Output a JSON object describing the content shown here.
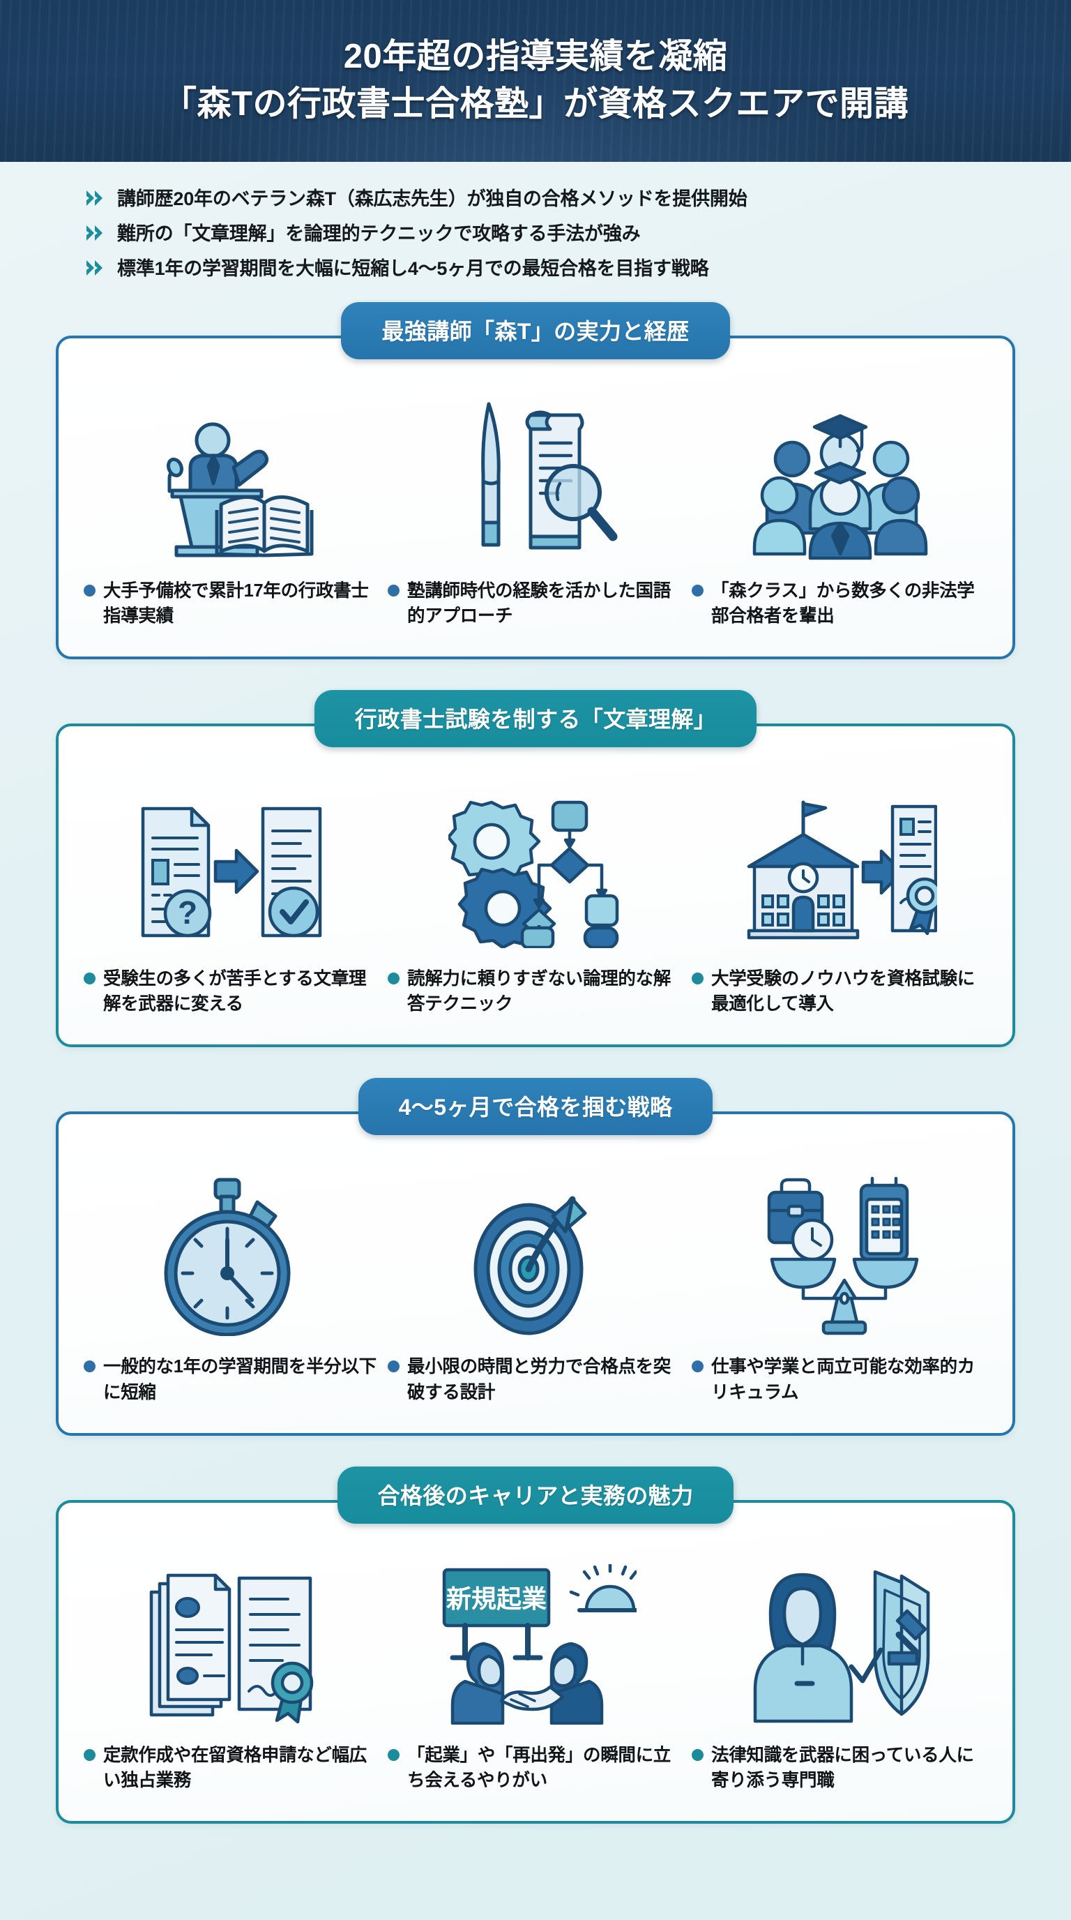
{
  "theme": {
    "header_bg": "#1b3c5e",
    "page_bg": "#e8f3f5",
    "blue": "#2675ac",
    "teal": "#1c8b9b",
    "text": "#111518"
  },
  "header": {
    "line1": "20年超の指導実績を凝縮",
    "line2": "「森Tの行政書士合格塾」が資格スクエアで開講"
  },
  "lead": {
    "bullets": [
      "講師歴20年のベテラン森T（森広志先生）が独自の合格メソッドを提供開始",
      "難所の「文章理解」を論理的テクニックで攻略する手法が強み",
      "標準1年の学習期間を大幅に短縮し4〜5ヶ月での最短合格を目指す戦略"
    ]
  },
  "sections": [
    {
      "title": "最強講師「森T」の実力と経歴",
      "theme": "blue",
      "items": [
        {
          "icon": "lecturer-podium-book-icon",
          "caption": "大手予備校で累計17年の行政書士指導実績"
        },
        {
          "icon": "quill-scroll-magnifier-icon",
          "caption": "塾講師時代の経験を活かした国語的アプローチ"
        },
        {
          "icon": "graduates-group-icon",
          "caption": "「森クラス」から数多くの非法学部合格者を輩出"
        }
      ]
    },
    {
      "title": "行政書士試験を制する「文章理解」",
      "theme": "teal",
      "items": [
        {
          "icon": "document-question-to-check-icon",
          "caption": "受験生の多くが苦手とする文章理解を武器に変える"
        },
        {
          "icon": "gears-flowchart-icon",
          "caption": "読解力に頼りすぎない論理的な解答テクニック"
        },
        {
          "icon": "school-to-certificate-icon",
          "caption": "大学受験のノウハウを資格試験に最適化して導入"
        }
      ]
    },
    {
      "title": "4〜5ヶ月で合格を掴む戦略",
      "theme": "blue",
      "items": [
        {
          "icon": "stopwatch-icon",
          "caption": "一般的な1年の学習期間を半分以下に短縮"
        },
        {
          "icon": "target-arrow-icon",
          "caption": "最小限の時間と労力で合格点を突破する設計"
        },
        {
          "icon": "balance-scale-briefcase-calendar-icon",
          "caption": "仕事や学業と両立可能な効率的カリキュラム"
        }
      ]
    },
    {
      "title": "合格後のキャリアと実務の魅力",
      "theme": "teal",
      "items": [
        {
          "icon": "documents-certificate-seal-icon",
          "caption": "定款作成や在留資格申請など幅広い独占業務"
        },
        {
          "icon": "handshake-startup-sign-icon",
          "caption": "「起業」や「再出発」の瞬間に立ち会えるやりがい"
        },
        {
          "icon": "lawyer-shield-gavel-icon",
          "caption": "法律知識を武器に困っている人に寄り添う専門職"
        }
      ]
    }
  ],
  "icon_labels": {
    "startup_sign": "新規起業"
  }
}
